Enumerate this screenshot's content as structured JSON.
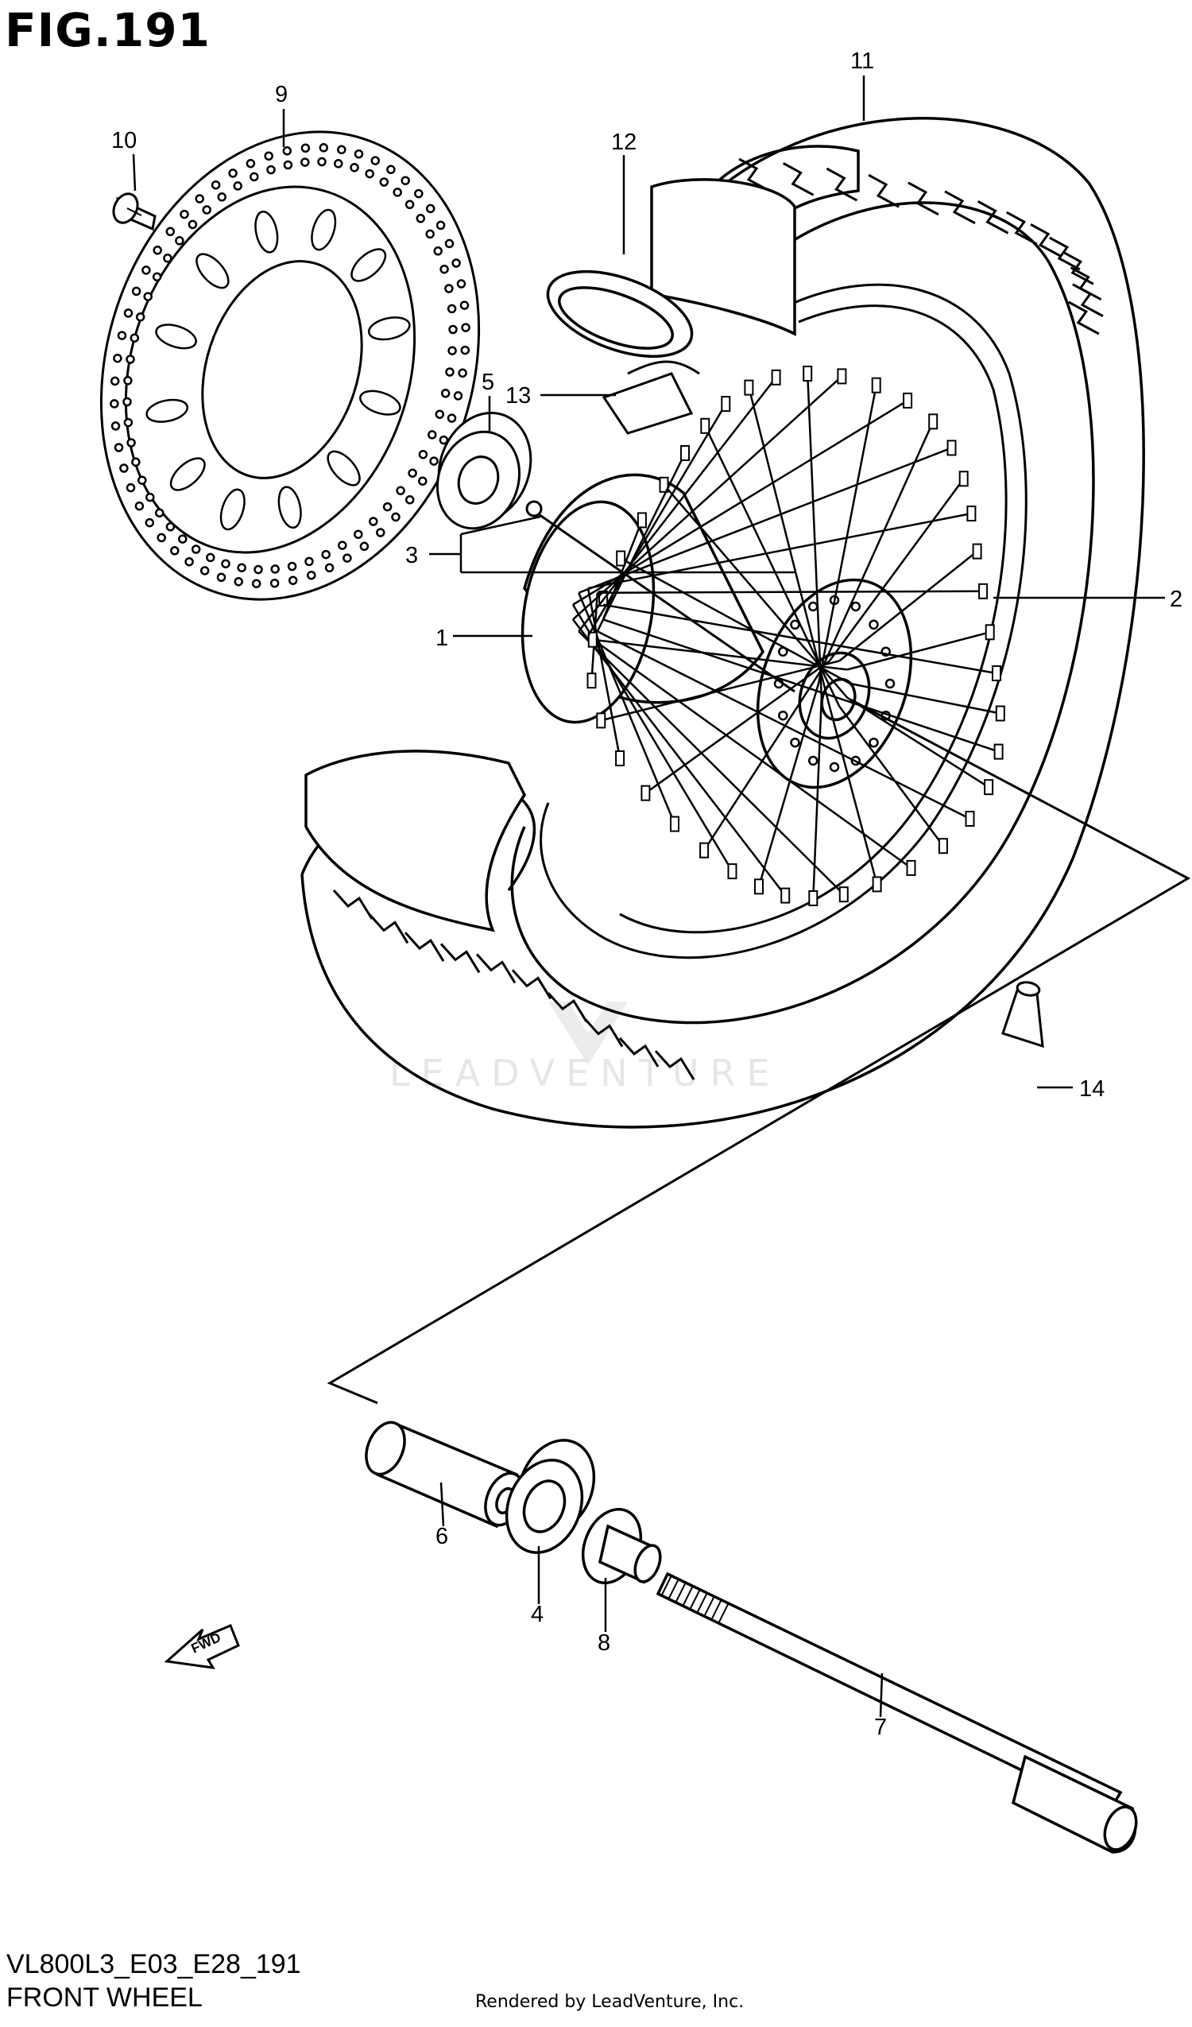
{
  "figure_title": "FIG.191",
  "model_code": "VL800L3_E03_E28_191",
  "caption": "FRONT WHEEL",
  "rendered_by": "Rendered by LeadVenture, Inc.",
  "watermark": "LEADVENTURE",
  "fwd_label": "FWD",
  "callouts": {
    "c1": "1",
    "c2": "2",
    "c3": "3",
    "c4": "4",
    "c5": "5",
    "c6": "6",
    "c7": "7",
    "c8": "8",
    "c9": "9",
    "c10": "10",
    "c11": "11",
    "c12": "12",
    "c13": "13",
    "c14": "14"
  }
}
